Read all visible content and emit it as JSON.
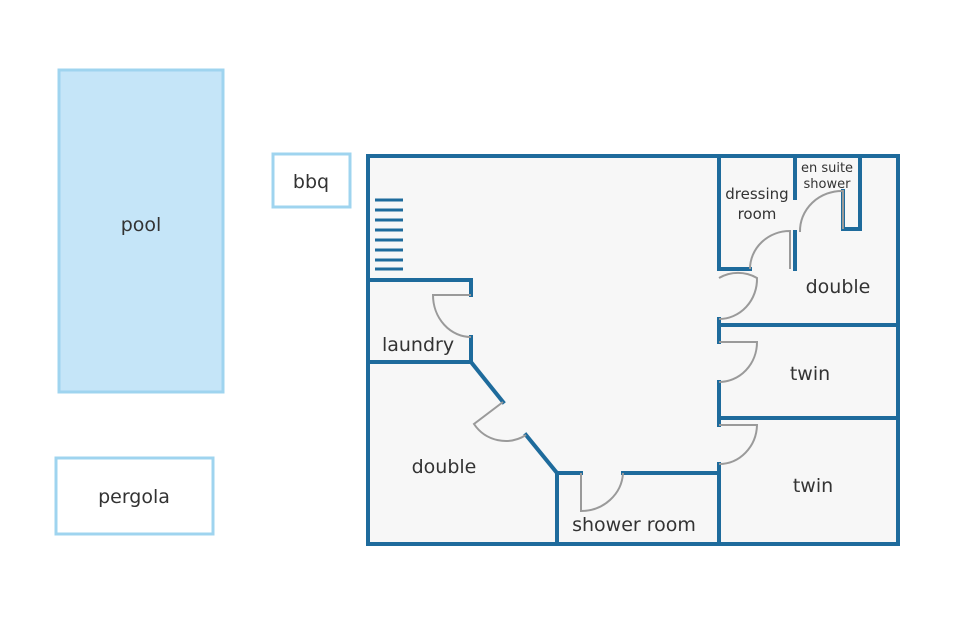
{
  "colors": {
    "wall": "#1e6b9c",
    "outline": "#9fd4ef",
    "pool_fill": "#c5e5f8",
    "floor": "#f7f7f7",
    "door": "#9a9a9a"
  },
  "outside": {
    "pool": "pool",
    "pergola": "pergola",
    "bbq": "bbq"
  },
  "rooms": {
    "laundry": "laundry",
    "double_left": "double",
    "shower_room": "shower room",
    "dressing_room_line1": "dressing",
    "dressing_room_line2": "room",
    "en_suite_line1": "en suite",
    "en_suite_line2": "shower",
    "double_right": "double",
    "twin_middle": "twin",
    "twin_bottom": "twin"
  }
}
